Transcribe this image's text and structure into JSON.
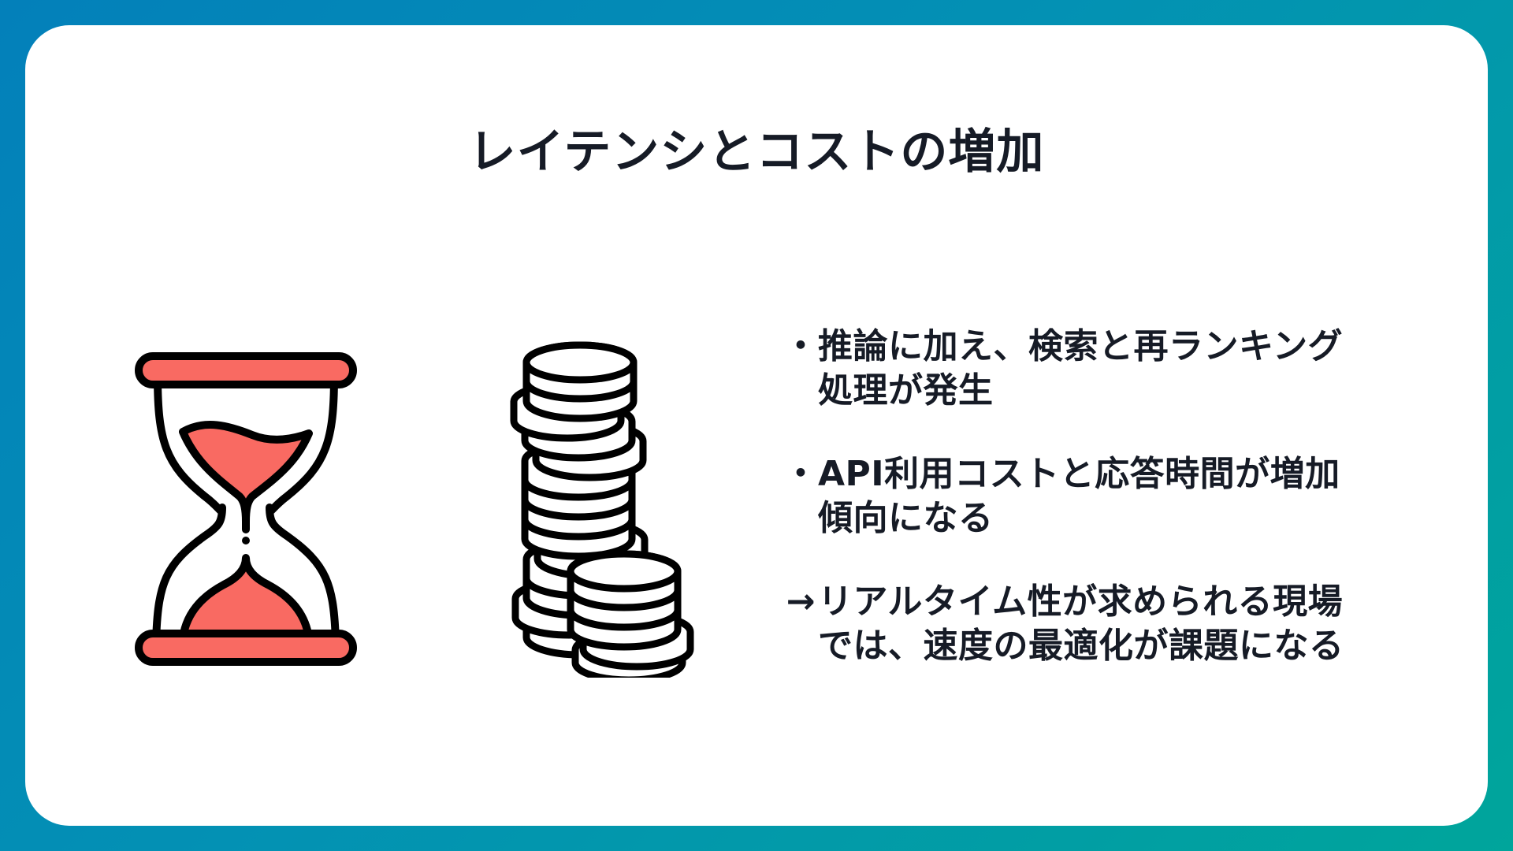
{
  "slide": {
    "title": "レイテンシとコストの増加",
    "colors": {
      "background_gradient_start": "#0380BA",
      "background_gradient_end": "#00A59B",
      "card": "#FFFFFF",
      "text": "#161B26",
      "accent_sand": "#F96A62",
      "outline": "#000000"
    },
    "illustrations": [
      {
        "icon": "hourglass-icon",
        "description": "hourglass with red sand"
      },
      {
        "icon": "coin-stack-icon",
        "description": "stacks of coins"
      }
    ],
    "bullets": [
      {
        "marker": "・",
        "lines": [
          "推論に加え、検索と再ランキング",
          "処理が発生"
        ]
      },
      {
        "marker": "・",
        "lines": [
          "API利用コストと応答時間が増加",
          "傾向になる"
        ]
      },
      {
        "marker": "→",
        "lines": [
          "リアルタイム性が求められる現場",
          "では、速度の最適化が課題になる"
        ]
      }
    ]
  }
}
